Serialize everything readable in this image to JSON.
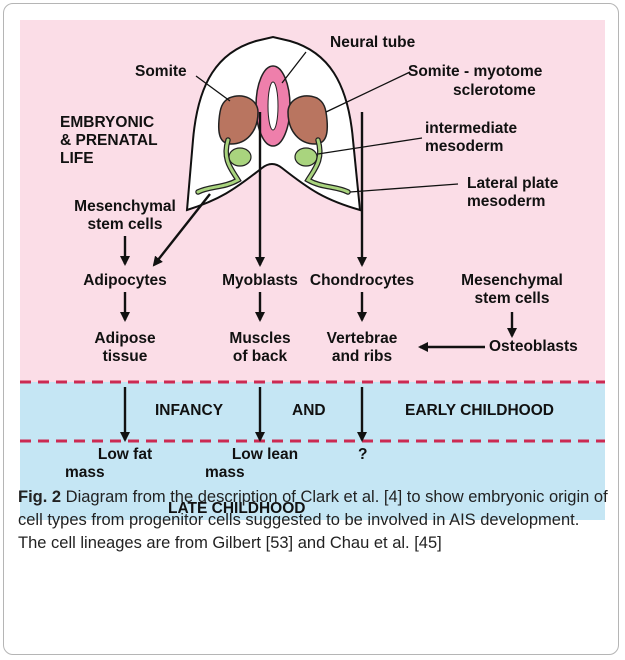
{
  "diagram": {
    "labels": {
      "neural_tube": "Neural tube",
      "somite": "Somite",
      "somite_myotome": "Somite - myotome",
      "sclerotome": "sclerotome",
      "embryonic_1": "EMBRYONIC",
      "embryonic_2": "& PRENATAL",
      "embryonic_3": "LIFE",
      "intermediate_1": "intermediate",
      "intermediate_2": "mesoderm",
      "lateral_1": "Lateral plate",
      "lateral_2": "mesoderm",
      "msc_left_1": "Mesenchymal",
      "msc_left_2": "stem cells",
      "msc_right_1": "Mesenchymal",
      "msc_right_2": "stem cells",
      "adipocytes": "Adipocytes",
      "myoblasts": "Myoblasts",
      "chondrocytes": "Chondrocytes",
      "adipose_1": "Adipose",
      "adipose_2": "tissue",
      "muscles_1": "Muscles",
      "muscles_2": "of back",
      "vertebrae_1": "Vertebrae",
      "vertebrae_2": "and ribs",
      "osteoblasts": "Osteoblasts",
      "infancy": "INFANCY",
      "and": "AND",
      "early_childhood": "EARLY CHILDHOOD",
      "low_fat_1": "Low fat",
      "low_fat_2": "mass",
      "low_lean_1": "Low lean",
      "low_lean_2": "mass",
      "question": "?",
      "late_childhood": "LATE CHILDHOOD"
    },
    "colors": {
      "pink_bg": "#fbdde7",
      "blue_bg": "#c5e6f4",
      "dash": "#cc2a52",
      "somite": "#b97560",
      "neural_tube": "#ee7fab",
      "green": "#a9d47e"
    }
  },
  "caption": {
    "fig_label": "Fig. 2",
    "text": " Diagram from the description of Clark et al. [4] to show embryonic origin of cell types from progenitor cells suggested to be involved in AIS development. The cell lineages are from Gilbert [53] and Chau et al. [45]"
  }
}
